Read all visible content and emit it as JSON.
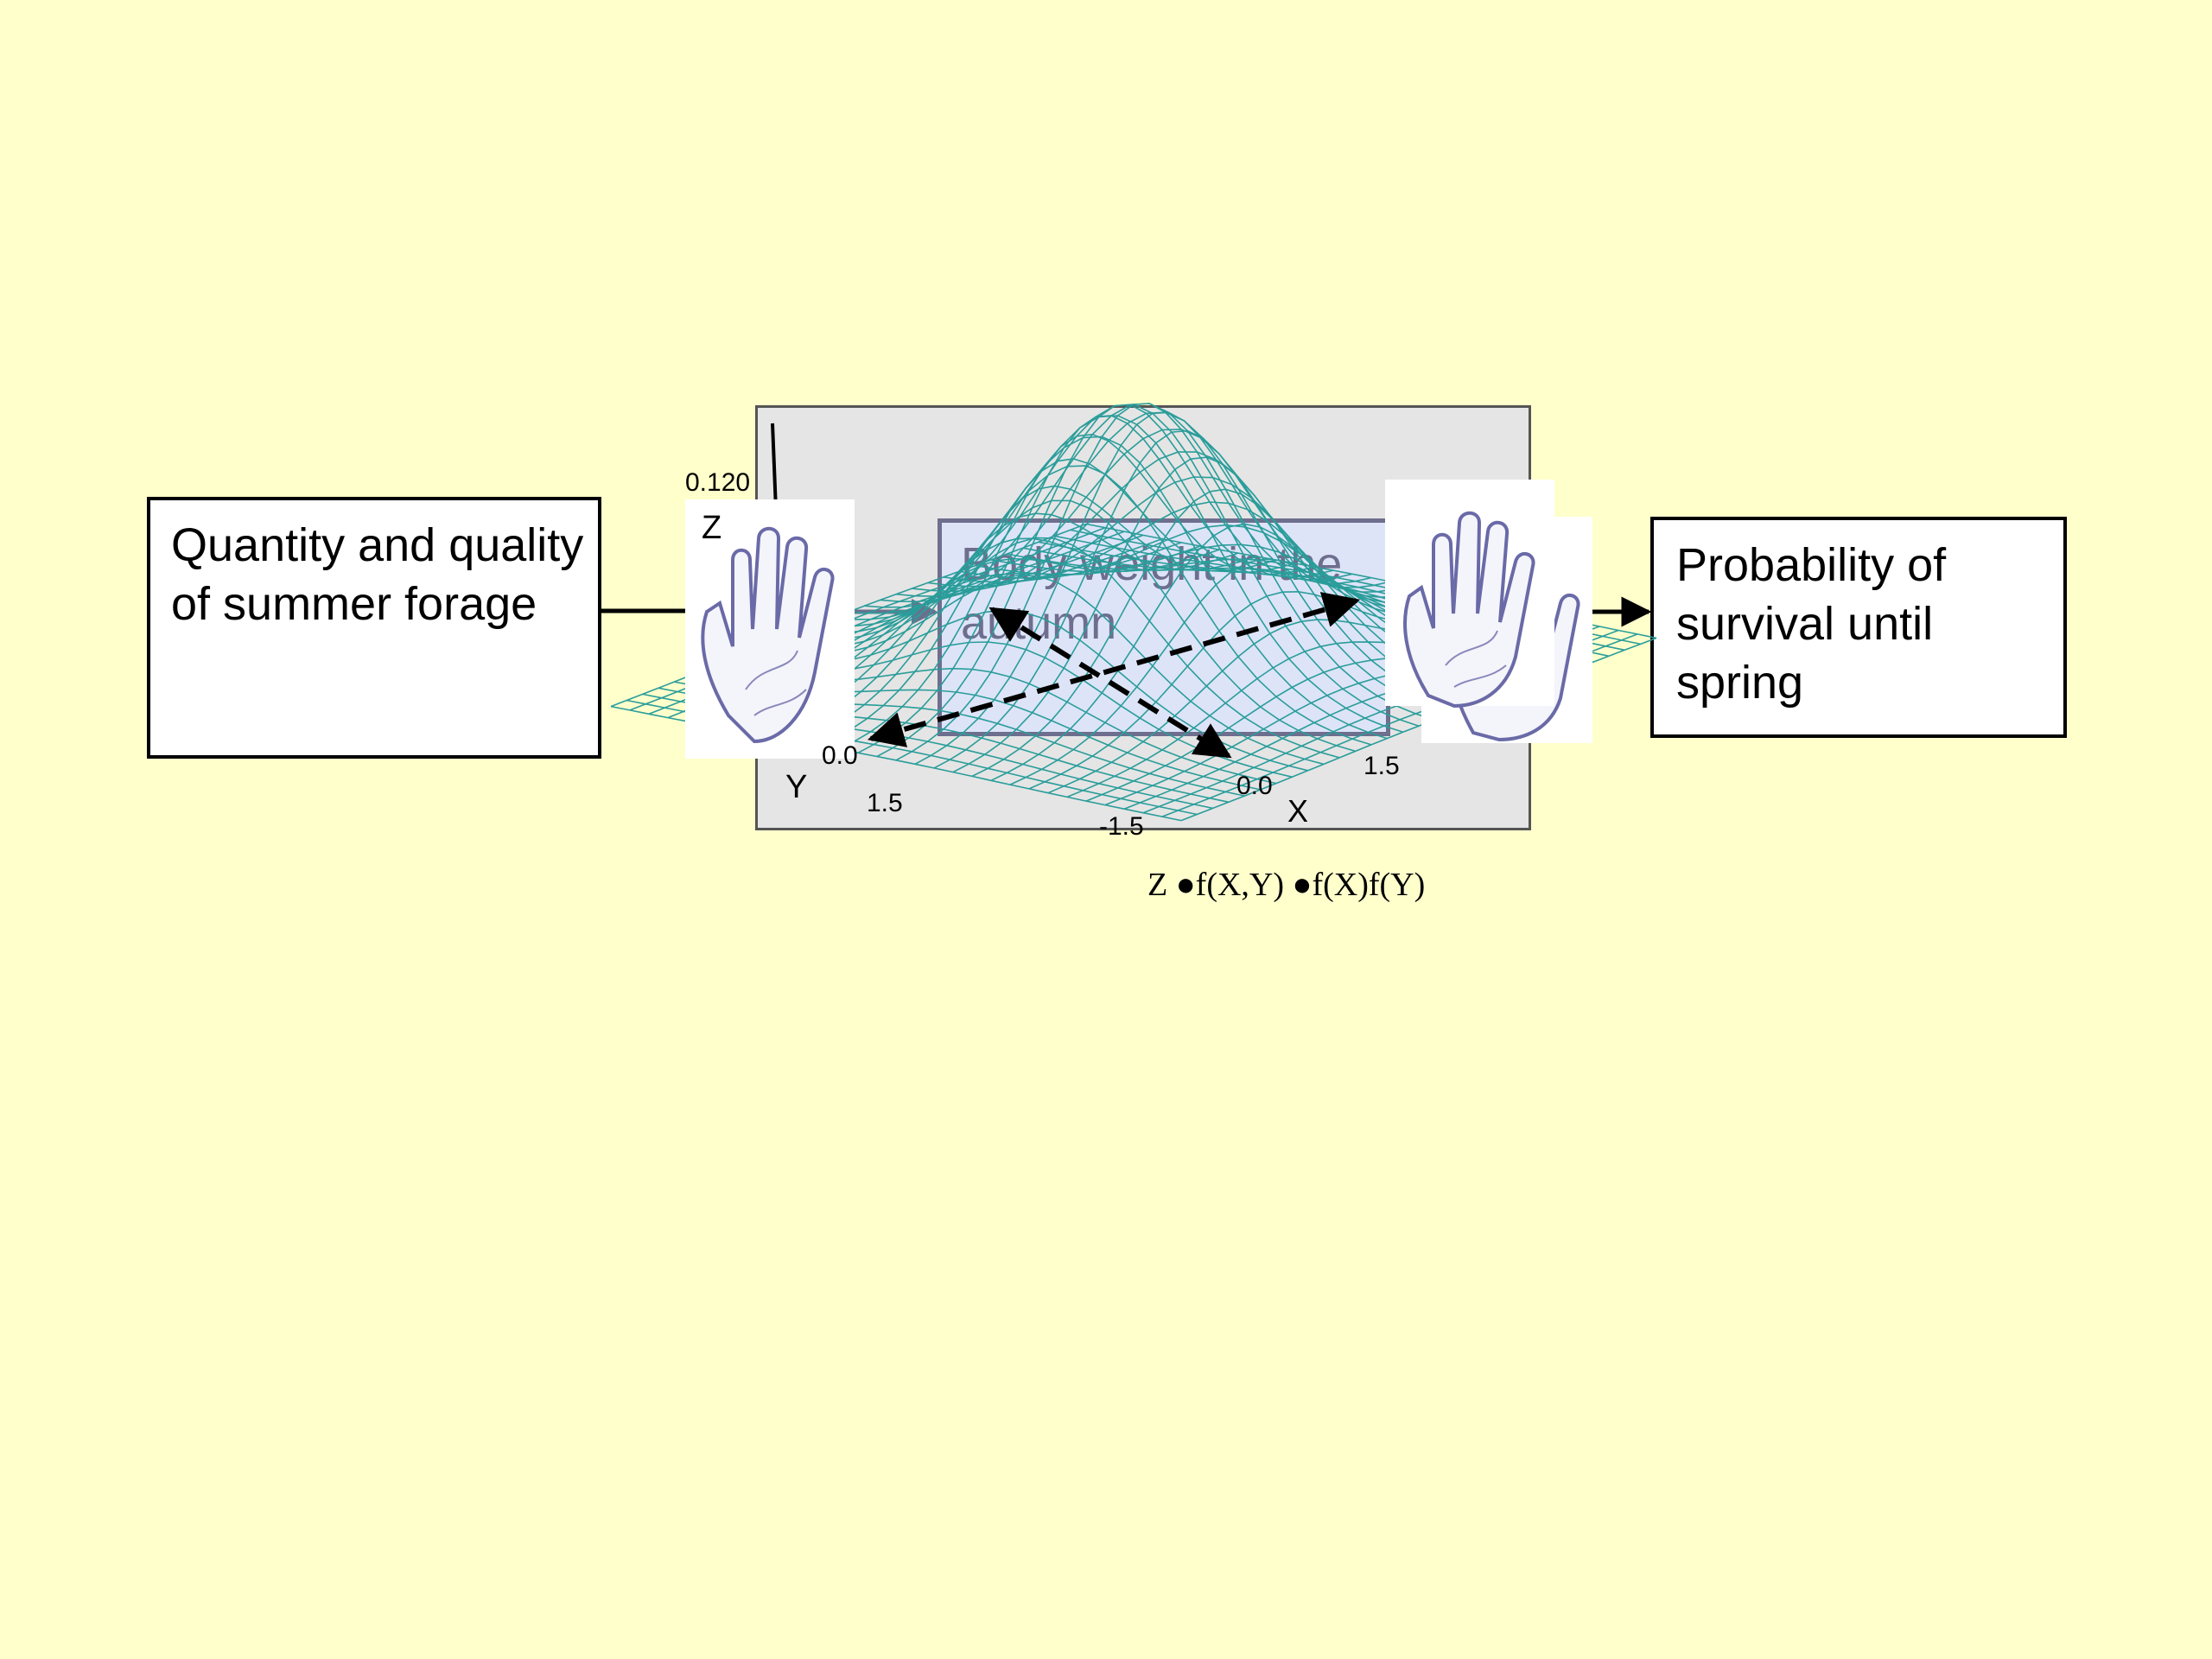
{
  "boxes": {
    "forage": "Quantity and quality of summer forage",
    "bodyweight": "Body weight in the autumn",
    "survival": "Probability of survival until spring"
  },
  "plot": {
    "z_tick_top": "0.120",
    "z_label": "Z",
    "y_label": "Y",
    "x_label": "X",
    "y_tick_0": "0.0",
    "y_tick_1": "1.5",
    "x_tick_neg": "-1.5",
    "x_tick_0": "0.0",
    "x_tick_1": "1.5",
    "formula": "Z ●f(X,Y) ●f(X)f(Y)"
  },
  "icons": [
    "hand-icon",
    "hand-icon",
    "hand-icon"
  ],
  "colors": {
    "background": "#ffffcc",
    "mesh": "#2a9d9a",
    "panel": "#e5e5e5",
    "bodyweight_box": "#dde4f8",
    "bodyweight_text": "#6e6e8e"
  }
}
